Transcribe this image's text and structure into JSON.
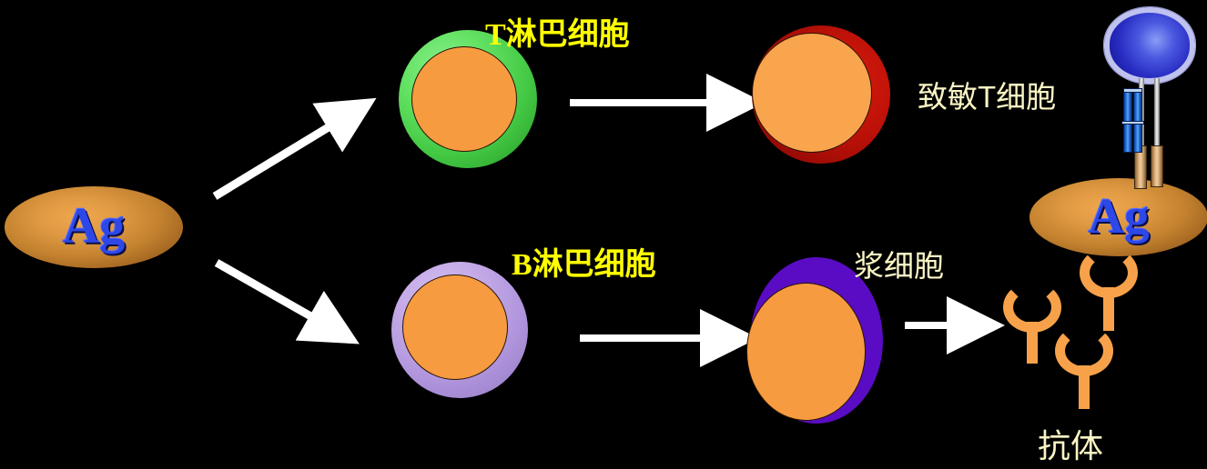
{
  "diagram": {
    "background_color": "#000000",
    "title_absent": true
  },
  "antigens": [
    {
      "name": "antigen-source",
      "text": "Ag"
    },
    {
      "name": "antigen-presented",
      "text": "Ag"
    }
  ],
  "labels": {
    "t_lymphocyte": "T淋巴细胞",
    "b_lymphocyte": "B淋巴细胞",
    "sensitized_t_cell": "致敏T细胞",
    "plasma_cell": "浆细胞",
    "antibody": "抗体"
  },
  "colors": {
    "label_yellow": "#ffff00",
    "label_cream": "#faf5c4",
    "antigen_orange": "#c4822f",
    "antigen_text_blue": "#2d47e8",
    "t_cell_green": "#44c944",
    "b_cell_purple": "#b095dd",
    "sensitized_t_red": "#c01208",
    "plasma_cell_violet": "#5a0cc4",
    "nucleus_orange": "#f79b41",
    "antibody_orange": "#f7a24a",
    "arrow_white": "#ffffff",
    "tcr_cell_blue": "#2a2fc4",
    "tcr_rod_gray": "#d8d8da",
    "tcr_base_tan": "#d9ab74"
  },
  "arrows": [
    {
      "name": "arrow-antigen-to-t-cell",
      "direction": "up-right"
    },
    {
      "name": "arrow-antigen-to-b-cell",
      "direction": "down-right"
    },
    {
      "name": "arrow-t-to-sensitized-t",
      "direction": "right"
    },
    {
      "name": "arrow-b-to-plasma",
      "direction": "right"
    },
    {
      "name": "arrow-plasma-to-antibody",
      "direction": "right"
    }
  ],
  "antibody_count": 3
}
